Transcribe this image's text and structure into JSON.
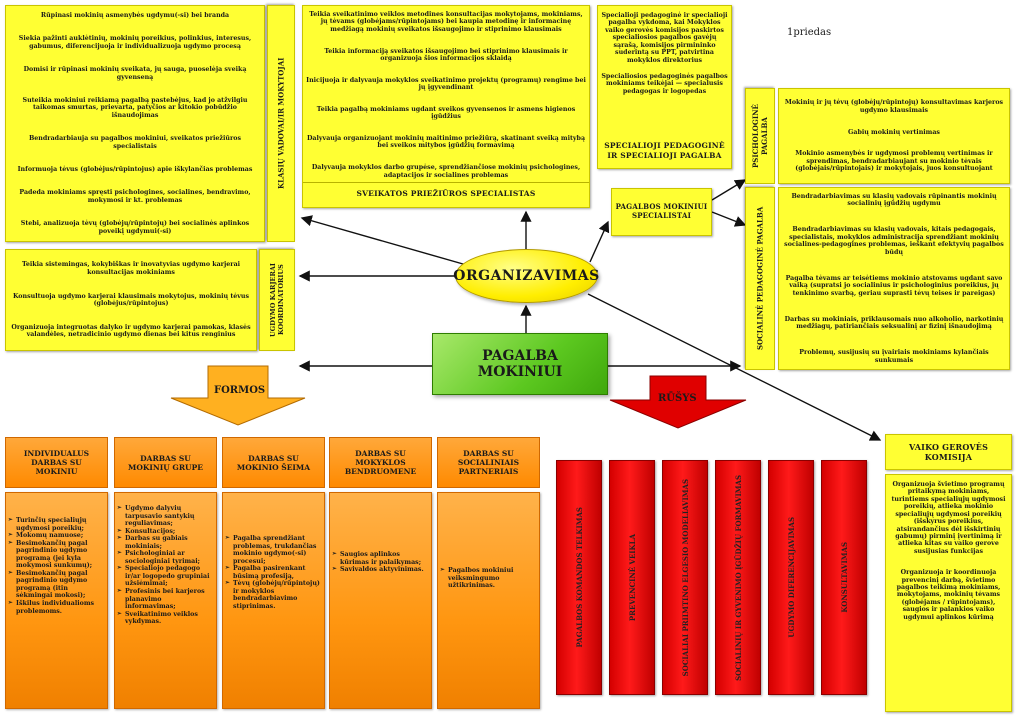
{
  "page_label": "1priedas",
  "center": {
    "organizing": "ORGANIZAVIMAS",
    "help_line1": "PAGALBA",
    "help_line2": "MOKINIUI"
  },
  "arrows": {
    "forms": "FORMOS",
    "types": "RŪŠYS"
  },
  "class_teacher": {
    "title": "KLASIŲ VADOVAI/IR MOKYTOJAI",
    "items": [
      "Rūpinasi mokinių asmenybės ugdymu(-si) bei branda",
      "Siekia pažinti auklėtinių, mokinių poreikius, polinkius, interesus, gabumus, diferencijuoja ir individualizuoja ugdymo procesą",
      "Domisi ir rūpinasi mokinių sveikata, jų sauga, puoselėja sveiką gyvenseną",
      "Suteikia mokiniui reikiamą pagalbą pastebėjus, kad jo atžvilgiu taikomas smurtas, prievarta, patyčios ar kitokio pobūdžio išnaudojimas",
      "Bendradarbiauja su pagalbos mokiniui, sveikatos priežiūros specialistais",
      "Informuoja tėvus (globėjus/rūpintojus) apie iškylančias problemas",
      "Padeda mokiniams spręsti psichologines, socialines, bendravimo, mokymosi ir kt. problemas",
      "Stebi, analizuoja tėvų (globėjų/rūpintojų) bei socialinės aplinkos poveikį ugdymui(-si)"
    ]
  },
  "career": {
    "title": "UGDYMO KARJERAI KOORDINATORIUS",
    "items": [
      "Teikia sistemingas, kokybiškas ir inovatyvias ugdymo karjerai konsultacijas mokiniams",
      "Konsultuoja ugdymo karjerai klausimais mokytojus, mokinių tėvus (globėjus/rūpintojus)",
      "Organizuoja integruotas dalyko ir ugdymo karjerai pamokas, klasės valandėles, netradicinio ugdymo dienas bei kitus renginius"
    ]
  },
  "health": {
    "title": "SVEIKATOS PRIEŽIŪROS SPECIALISTAS",
    "items": [
      "Teikia sveikatinimo veiklos metodines konsultacijas mokytojams, mokiniams, jų tėvams (globėjams/rūpintojams) bei kaupia metodinę ir informacinę medžiagą mokinių sveikatos išsaugojimo ir stiprinimo klausimais",
      "Teikia informaciją sveikatos išsaugojimo bei stiprinimo klausimais ir organizuoja šios informacijos sklaidą",
      "Inicijuoja ir dalyvauja mokyklos sveikatinimo projektų (programų) rengime bei jų įgyvendinant",
      "Teikia pagalbą mokiniams ugdant sveikos gyvensenos ir asmens higienos įgūdžius",
      "Dalyvauja organizuojant mokinių maitinimo priežiūrą, skatinant sveiką mitybą bei sveikos mitybos įgūdžių formavimą",
      "Dalyvauja mokyklos darbo grupėse, sprendžiančiose mokinių psichologines, adaptacijos ir socialines problemas"
    ]
  },
  "special": {
    "title": "SPECIALIOJI PEDAGOGINĖ IR SPECIALIOJI PAGALBA",
    "items": [
      "Specialioji pedagoginė ir specialioji pagalba vykdoma, kai Mokyklos vaiko gerovės komisijos paskirtos specialiosios pagalbos gavėjų sąrašą, komisijos pirmininko suderintą su PPT, patvirtina mokyklos direktorius",
      "Specialiosios pedagoginės pagalbos mokiniams teikėjai — specialusis pedagogas ir logopedas"
    ]
  },
  "specialists": {
    "title": "PAGALBOS MOKINIUI SPECIALISTAI"
  },
  "psych": {
    "title": "PSICHOLOGINĖ PAGALBA",
    "items": [
      "Mokinių ir jų tėvų (globėjų/rūpintojų) konsultavimas karjeros ugdymo klausimais",
      "Gabių mokinių vertinimas",
      "Mokinio asmenybės ir ugdymosi problemų vertinimas ir sprendimas, bendradarbiaujant su mokinio tėvais (globėjais/rūpintojais) ir mokytojais, juos konsultuojant"
    ]
  },
  "social": {
    "title": "SOCIALINĖ PEDAGOGINĖ PAGALBA",
    "items": [
      "Bendradarbiavimas su klasių vadovais rūpinantis mokinių socialinių įgūdžių ugdymu",
      "Bendradarbiavimas su klasių vadovais, kitais pedagogais, specialistais, mokyklos administracija sprendžiant mokinių socialines-pedagogines problemas, ieškant efektyvių pagalbos būdų",
      "Pagalba tėvams ar teisėtiems mokinio atstovams ugdant savo vaiką (supratsi jo socialinius ir psichologinius poreikius, jų tenkinimo svarbą, geriau suprasti tėvų teises ir pareigas)",
      "Darbas su mokiniais, priklausomais nuo alkoholio, narkotinių medžiagų, patiriančiais seksualinį ar fizinį išnaudojimą",
      "Problemų, susijusių su įvairiais mokiniams kylančiais sunkumais"
    ]
  },
  "welfare": {
    "title": "VAIKO GEROVĖS KOMISIJA",
    "items": [
      "Organizuoja švietimo programų pritaikymą mokiniams, turintiems specialiųjų ugdymosi poreikių, atlieka mokinio specialiųjų ugdymosi poreikių (išskyrus poreikius, atsirandančius dėl išskirtinių gabumų) pirminį įvertinimą ir atlieka kitas su vaiko gerove susijusias funkcijas",
      "Organizuoja ir koordinuoja prevencinį darbą, švietimo pagalbos teikimą mokiniams, mokytojams, mokinių tėvams (globėjams / rūpintojams), saugios ir palankios vaiko ugdymui aplinkos kūrimą"
    ]
  },
  "forms": [
    {
      "title": "INDIVIDUALUS DARBAS SU MOKINIU",
      "items": [
        "Turinčių specialiųjų ugdymosi poreikių;",
        "Mokomų namuose;",
        "Besimokančių pagal pagrindinio ugdymo programą (jei kyla mokymosi sunkumų);",
        "Besimokančių pagal pagrindinio ugdymo programą (itin sėkmingai mokosi);",
        "Iškilus individualioms problemoms."
      ]
    },
    {
      "title": "DARBAS SU MOKINIŲ GRUPE",
      "items": [
        "Ugdymo dalyvių tarpusavio santykių reguliavimas;",
        "Konsultacijos;",
        "Darbas su gabiais mokiniais;",
        "Psichologiniai ar sociologiniai tyrimai;",
        "Specialiojo pedagogo ir/ar logopedo grupiniai užsiėmimai;",
        "Profesinis bei karjeros planavimo informavimas;",
        "Sveikatinimo veiklos vykdymas."
      ]
    },
    {
      "title": "DARBAS SU MOKINIO ŠEIMA",
      "items": [
        "Pagalba sprendžiant problemas, trukdančias mokinio ugdymo(-si) procesui;",
        "Pagalba pasirenkant būsimą profesiją,",
        "Tėvų (globėjų/rūpintojų) ir mokyklos bendradarbiavimo stiprinimas."
      ]
    },
    {
      "title": "DARBAS SU MOKYKLOS BENDRUOMENE",
      "items": [
        "Saugios aplinkos kūrimas ir palaikymas;",
        "Savivaldos aktyvinimas."
      ]
    },
    {
      "title": "DARBAS SU SOCIALINIAIS PARTNERIAIS",
      "items": [
        "Pagalbos mokiniui veiksmingumo užtikrinimas."
      ]
    }
  ],
  "types": [
    "PAGALBOS KOMANDOS TELKIMAS",
    "PREVENCINĖ VEIKLA",
    "SOCIALIAI PRIIMTINO ELGESIO MODELIAVIMAS",
    "SOCIALINIŲ IR GYVENIMO ĮGŪDŽIŲ FORMAVIMAS",
    "UGDYMO DIFERENCIJAVIMAS",
    "KONSULTAVIMAS"
  ],
  "colors": {
    "yellow": "#ffff33",
    "orange": "#ff9610",
    "red": "#e00000",
    "green": "#5cc820"
  }
}
